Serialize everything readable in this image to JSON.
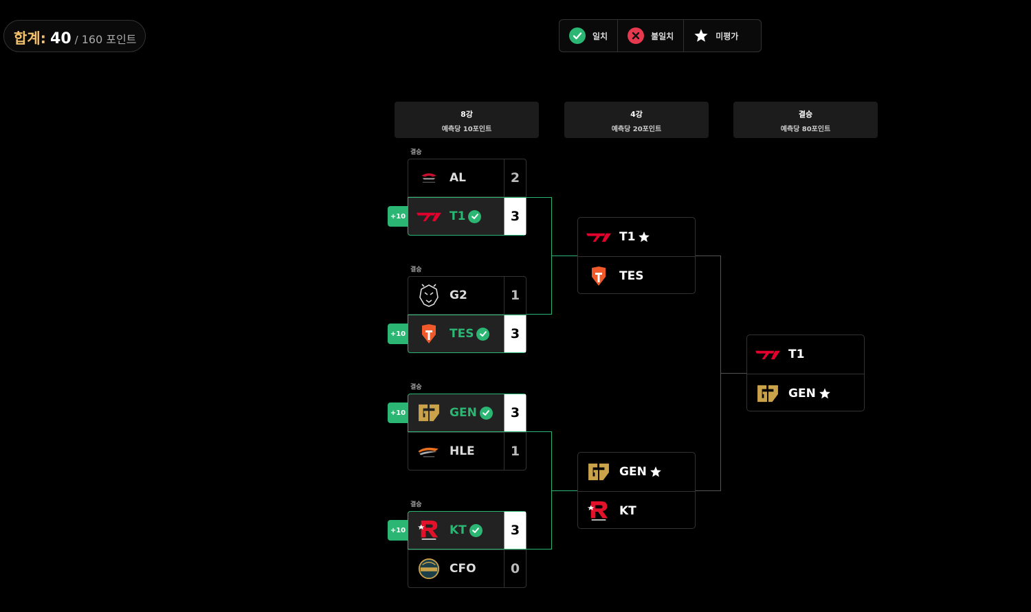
{
  "summary": {
    "label": "합계:",
    "score": "40",
    "separator": "/",
    "max": "160 포인트"
  },
  "legend": [
    {
      "icon": "check-circle",
      "label": "일치",
      "color": "#2bb673"
    },
    {
      "icon": "x-circle",
      "label": "불일치",
      "color": "#e53950"
    },
    {
      "icon": "star",
      "label": "미평가",
      "color": "#ffffff"
    }
  ],
  "rounds": [
    {
      "title": "8강",
      "subtitle": "예측당 10포인트"
    },
    {
      "title": "4강",
      "subtitle": "예측당 20포인트"
    },
    {
      "title": "결승",
      "subtitle": "예측당 80포인트"
    }
  ],
  "quarterfinals": [
    {
      "label": "결승",
      "points": "+10",
      "teams": [
        {
          "name": "AL",
          "score": "2",
          "logo": "al-logo"
        },
        {
          "name": "T1",
          "score": "3",
          "logo": "t1-logo",
          "winner": true
        }
      ]
    },
    {
      "label": "결승",
      "points": "+10",
      "teams": [
        {
          "name": "G2",
          "score": "1",
          "logo": "g2-logo"
        },
        {
          "name": "TES",
          "score": "3",
          "logo": "tes-logo",
          "winner": true
        }
      ]
    },
    {
      "label": "결승",
      "points": "+10",
      "teams": [
        {
          "name": "GEN",
          "score": "3",
          "logo": "gen-logo",
          "winner": true
        },
        {
          "name": "HLE",
          "score": "1",
          "logo": "hle-logo"
        }
      ]
    },
    {
      "label": "결승",
      "points": "+10",
      "teams": [
        {
          "name": "KT",
          "score": "3",
          "logo": "kt-logo",
          "winner": true
        },
        {
          "name": "CFO",
          "score": "0",
          "logo": "cfo-logo"
        }
      ]
    }
  ],
  "semifinals": [
    {
      "teams": [
        {
          "name": "T1",
          "logo": "t1-logo",
          "pick": true
        },
        {
          "name": "TES",
          "logo": "tes-logo"
        }
      ]
    },
    {
      "teams": [
        {
          "name": "GEN",
          "logo": "gen-logo",
          "pick": true
        },
        {
          "name": "KT",
          "logo": "kt-logo"
        }
      ]
    }
  ],
  "final": {
    "teams": [
      {
        "name": "T1",
        "logo": "t1-logo"
      },
      {
        "name": "GEN",
        "logo": "gen-logo",
        "pick": true
      }
    ]
  }
}
